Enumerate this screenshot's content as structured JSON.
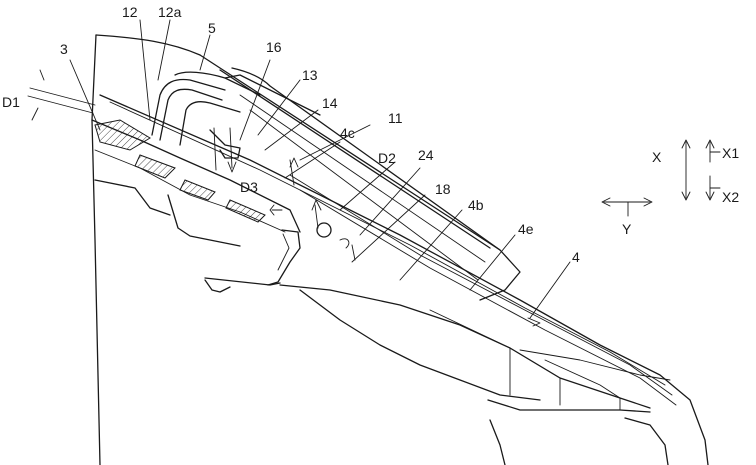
{
  "figure": {
    "reference_labels": [
      {
        "id": "ref-12",
        "text": "12"
      },
      {
        "id": "ref-12a",
        "text": "12a"
      },
      {
        "id": "ref-5",
        "text": "5"
      },
      {
        "id": "ref-16",
        "text": "16"
      },
      {
        "id": "ref-13",
        "text": "13"
      },
      {
        "id": "ref-14",
        "text": "14"
      },
      {
        "id": "ref-11",
        "text": "11"
      },
      {
        "id": "ref-4c",
        "text": "4c"
      },
      {
        "id": "ref-3",
        "text": "3"
      },
      {
        "id": "ref-D1",
        "text": "D1"
      },
      {
        "id": "ref-D2",
        "text": "D2"
      },
      {
        "id": "ref-D3",
        "text": "D3"
      },
      {
        "id": "ref-24",
        "text": "24"
      },
      {
        "id": "ref-18",
        "text": "18"
      },
      {
        "id": "ref-4b",
        "text": "4b"
      },
      {
        "id": "ref-4e",
        "text": "4e"
      },
      {
        "id": "ref-4",
        "text": "4"
      }
    ],
    "direction_legend": {
      "x_axis": "X",
      "x1": "X1",
      "x2": "X2",
      "y_axis": "Y"
    }
  }
}
